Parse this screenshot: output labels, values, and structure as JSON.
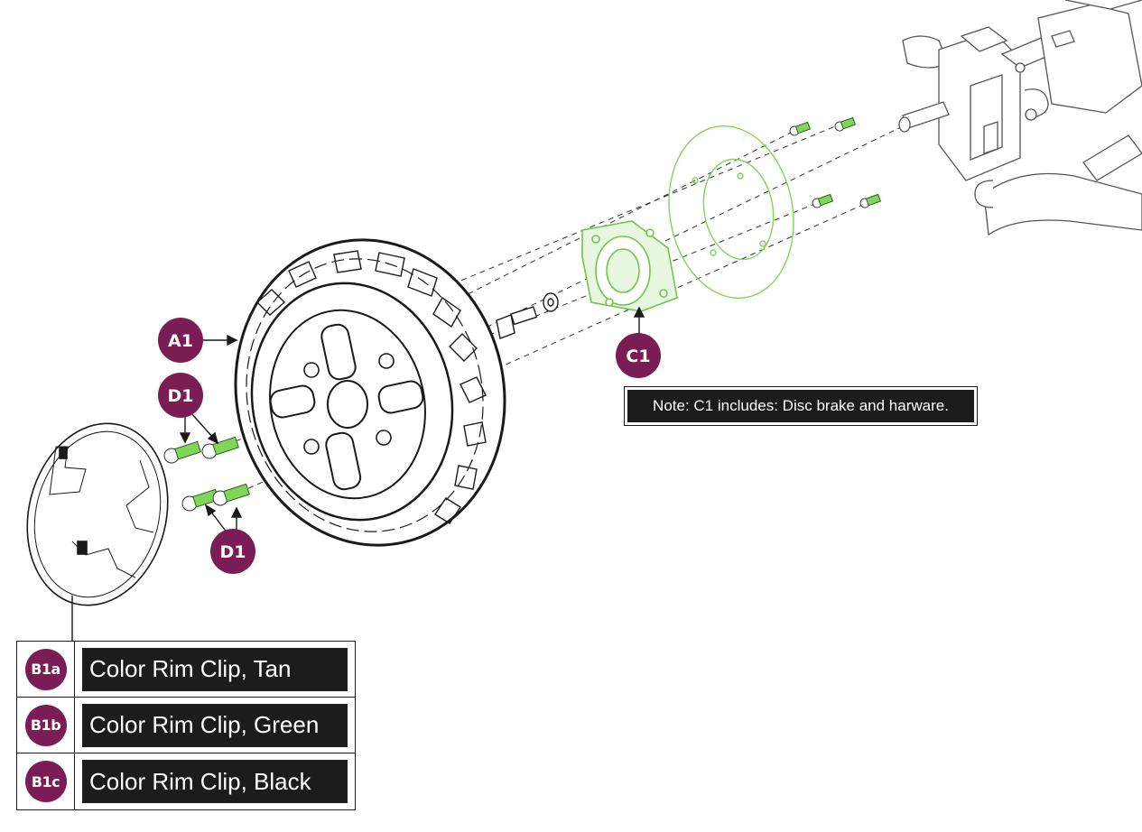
{
  "callouts": {
    "a1": "A1",
    "c1": "C1",
    "d1_top": "D1",
    "d1_bottom": "D1"
  },
  "note": {
    "text": "Note: C1 includes: Disc brake and harware."
  },
  "legend": {
    "rows": [
      {
        "code": "B1a",
        "label": "Color Rim Clip, Tan"
      },
      {
        "code": "B1b",
        "label": "Color Rim Clip, Green"
      },
      {
        "code": "B1c",
        "label": "Color Rim Clip, Black"
      }
    ]
  },
  "colors": {
    "callout": "#7b1d55",
    "highlight_part": "#7fd65a",
    "line": "#1a1a1a",
    "label_bg": "#1c1c1c"
  }
}
